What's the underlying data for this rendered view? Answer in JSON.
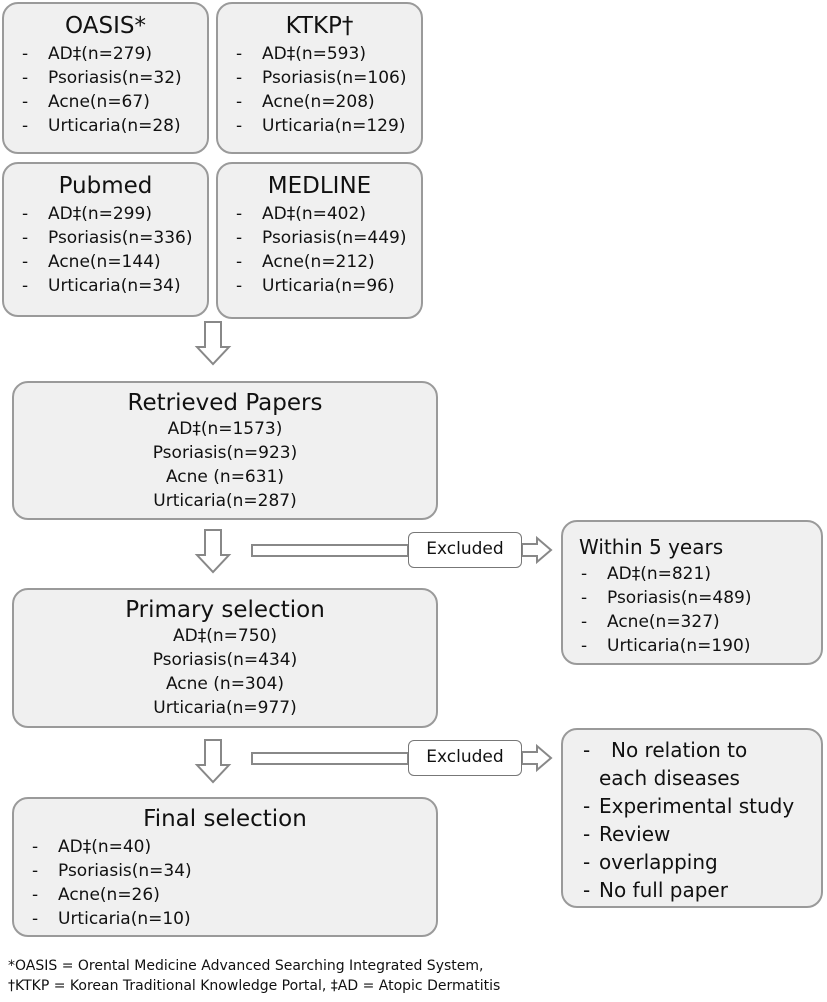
{
  "sources": [
    {
      "title": "OASIS*",
      "items": [
        "AD‡(n=279)",
        "Psoriasis(n=32)",
        "Acne(n=67)",
        "Urticaria(n=28)"
      ]
    },
    {
      "title": "KTKP†",
      "items": [
        "AD‡(n=593)",
        "Psoriasis(n=106)",
        "Acne(n=208)",
        "Urticaria(n=129)"
      ]
    },
    {
      "title": "Pubmed",
      "items": [
        "AD‡(n=299)",
        "Psoriasis(n=336)",
        "Acne(n=144)",
        "Urticaria(n=34)"
      ]
    },
    {
      "title": "MEDLINE",
      "items": [
        "AD‡(n=402)",
        "Psoriasis(n=449)",
        "Acne(n=212)",
        "Urticaria(n=96)"
      ]
    }
  ],
  "retrieved": {
    "title": "Retrieved Papers",
    "items": [
      "AD‡(n=1573)",
      "Psoriasis(n=923)",
      "Acne (n=631)",
      "Urticaria(n=287)"
    ]
  },
  "primary": {
    "title": "Primary selection",
    "items": [
      "AD‡(n=750)",
      "Psoriasis(n=434)",
      "Acne (n=304)",
      "Urticaria(n=977)"
    ]
  },
  "final": {
    "title": "Final selection",
    "items": [
      "AD‡(n=40)",
      "Psoriasis(n=34)",
      "Acne(n=26)",
      "Urticaria(n=10)"
    ]
  },
  "excluded_label": "Excluded",
  "excluded1": {
    "title": "Within 5 years",
    "items": [
      "AD‡(n=821)",
      "Psoriasis(n=489)",
      "Acne(n=327)",
      "Urticaria(n=190)"
    ]
  },
  "excluded2": {
    "items": [
      "No relation to",
      "each diseases",
      "Experimental study",
      "Review",
      "overlapping",
      "No full paper"
    ]
  },
  "footnotes": [
    "*OASIS = Orental Medicine Advanced Searching Integrated System,",
    "†KTKP = Korean Traditional Knowledge Portal, ‡AD = Atopic Dermatitis"
  ],
  "dash": "-"
}
